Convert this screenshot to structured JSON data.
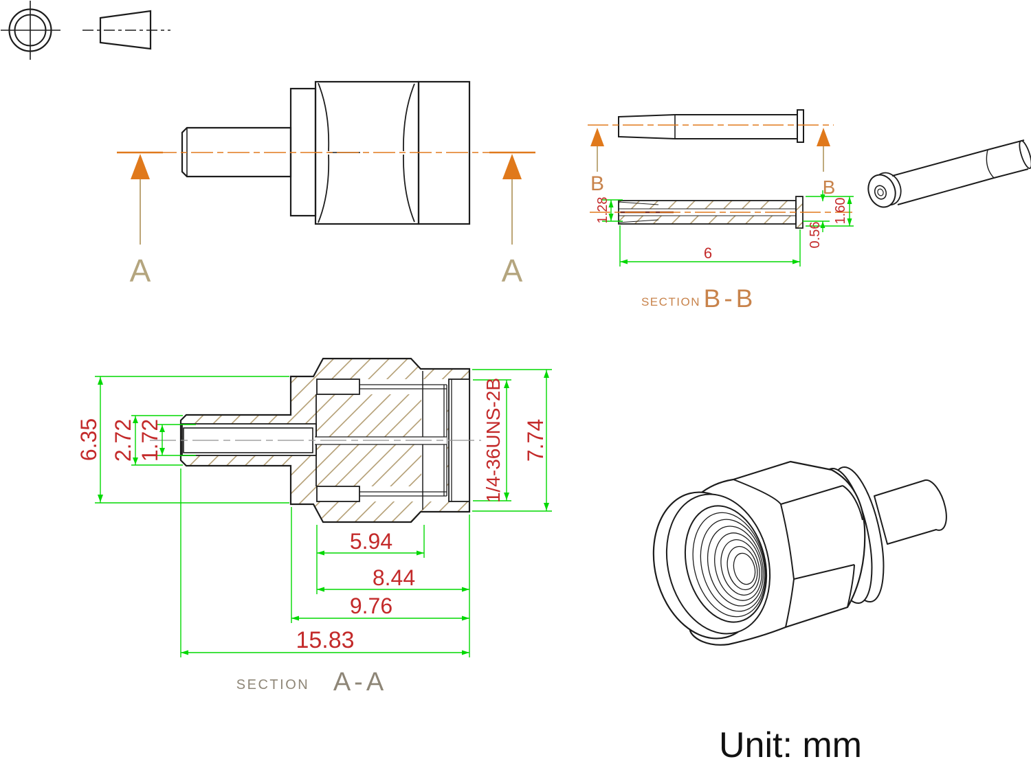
{
  "drawing": {
    "unit_label": "Unit: mm",
    "front_view": {
      "cut_label_left": "A",
      "cut_label_right": "A"
    },
    "section_bb": {
      "caption_prefix": "SECTION",
      "caption_name": "B-B",
      "cut_label_left": "B",
      "cut_label_right": "B",
      "dim_pin_od": "1.28",
      "dim_flange_od": "1.60",
      "dim_tip_offset": "0.56",
      "dim_length": "6"
    },
    "section_aa": {
      "caption_prefix": "SECTION",
      "caption_name": "A-A",
      "dim_flange_od": "6.35",
      "dim_barrel_od": "2.72",
      "dim_bore_id": "1.72",
      "dim_insulator_len": "5.94",
      "dim_body_len": "8.44",
      "dim_rear_len": "9.76",
      "dim_overall_len": "15.83",
      "dim_thread_spec": "1/4-36UNS-2B",
      "dim_coupling_od": "7.74"
    },
    "colors": {
      "dimension_line": "#00d800",
      "dimension_text": "#c32a2a",
      "centerline_orange": "#e0791b",
      "hatch_tan": "#ad9668",
      "section_label_orange": "#c8834b",
      "section_label_gray": "#8e8677",
      "outline_black": "#1c1c1c"
    }
  }
}
